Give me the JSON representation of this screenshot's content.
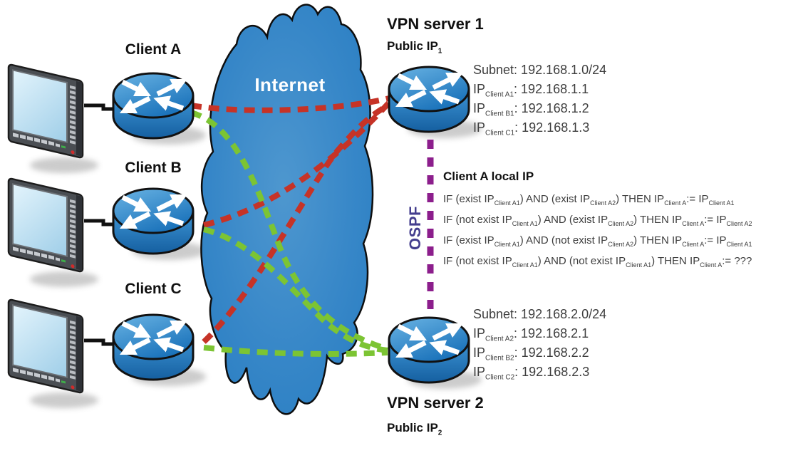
{
  "diagram": {
    "internet_label": "Internet",
    "ospf_label": "OSPF",
    "clients": [
      {
        "label": "Client A"
      },
      {
        "label": "Client B"
      },
      {
        "label": "Client C"
      }
    ],
    "vpn_server_1": {
      "title": "VPN server 1",
      "public_ip": [
        {
          "t": "Public IP"
        },
        {
          "s": "1"
        }
      ],
      "subnet": "Subnet: 192.168.1.0/24",
      "ip_lines": [
        [
          {
            "t": "IP"
          },
          {
            "s": "Client A1"
          },
          {
            "t": ": 192.168.1.1"
          }
        ],
        [
          {
            "t": "IP"
          },
          {
            "s": "Client B1"
          },
          {
            "t": ": 192.168.1.2"
          }
        ],
        [
          {
            "t": "IP"
          },
          {
            "s": "Client C1"
          },
          {
            "t": ": 192.168.1.3"
          }
        ]
      ]
    },
    "vpn_server_2": {
      "title": "VPN server 2",
      "public_ip": [
        {
          "t": "Public IP"
        },
        {
          "s": "2"
        }
      ],
      "subnet": "Subnet: 192.168.2.0/24",
      "ip_lines": [
        [
          {
            "t": "IP"
          },
          {
            "s": "Client A2"
          },
          {
            "t": ": 192.168.2.1"
          }
        ],
        [
          {
            "t": "IP"
          },
          {
            "s": "Client B2"
          },
          {
            "t": ": 192.168.2.2"
          }
        ],
        [
          {
            "t": "IP"
          },
          {
            "s": "Client C2"
          },
          {
            "t": ": 192.168.2.3"
          }
        ]
      ]
    },
    "rules": {
      "title": "Client A local IP",
      "lines": [
        [
          {
            "t": "IF (exist IP"
          },
          {
            "s": "Client A1"
          },
          {
            "t": ") AND (exist IP"
          },
          {
            "s": "Client A2"
          },
          {
            "t": ") THEN IP"
          },
          {
            "s": "Client A"
          },
          {
            "t": ":= IP"
          },
          {
            "s": "Client A1"
          }
        ],
        [
          {
            "t": "IF (not exist IP"
          },
          {
            "s": "Client A1"
          },
          {
            "t": ") AND (exist IP"
          },
          {
            "s": "Client A2"
          },
          {
            "t": ") THEN IP"
          },
          {
            "s": "Client A"
          },
          {
            "t": ":= IP"
          },
          {
            "s": "Client A2"
          }
        ],
        [
          {
            "t": "IF (exist IP"
          },
          {
            "s": "Client A1"
          },
          {
            "t": ") AND (not exist IP"
          },
          {
            "s": "Client A2"
          },
          {
            "t": ") THEN IP"
          },
          {
            "s": "Client A"
          },
          {
            "t": ":= IP"
          },
          {
            "s": "Client A1"
          }
        ],
        [
          {
            "t": "IF (not exist IP"
          },
          {
            "s": "Client A1"
          },
          {
            "t": ") AND (not exist IP"
          },
          {
            "s": "Client A1"
          },
          {
            "t": ") THEN IP"
          },
          {
            "s": "Client A"
          },
          {
            "t": ":= ???"
          }
        ]
      ]
    },
    "colors": {
      "tunnel_to_server1": "#c63327",
      "tunnel_to_server2": "#7cc433",
      "ospf_line": "#8c1e8c",
      "ospf_text": "#443e8e",
      "cloud_blue": "#3787c8",
      "router_blue": "#2e86c8"
    }
  }
}
